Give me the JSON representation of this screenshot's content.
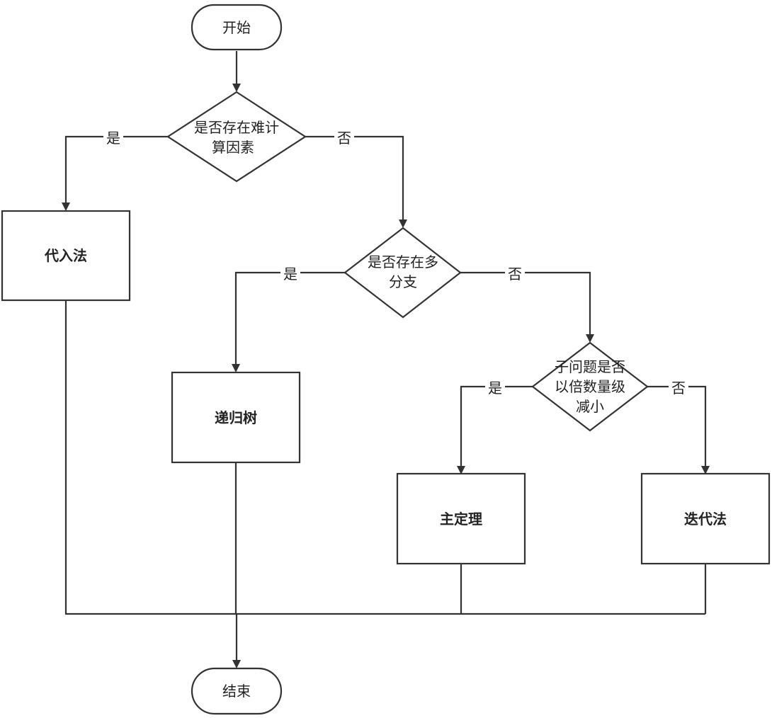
{
  "nodes": {
    "start": "开始",
    "end": "结束",
    "decision1": [
      "是否存在难计",
      "算因素"
    ],
    "decision2": [
      "是否存在多",
      "分支"
    ],
    "decision3": [
      "子问题是否",
      "以倍数量级",
      "减小"
    ],
    "substitution": "代入法",
    "recursion_tree": "递归树",
    "master_theorem": "主定理",
    "iteration": "迭代法"
  },
  "edges": {
    "yes": "是",
    "no": "否"
  }
}
